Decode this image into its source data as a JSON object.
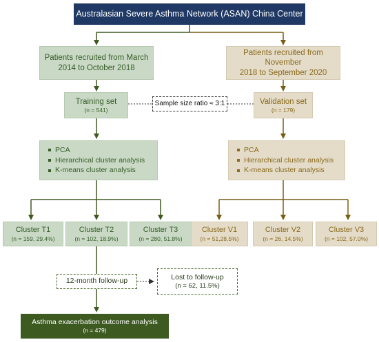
{
  "title": "Australasian Severe Asthma Network (ASAN) China Center",
  "left": {
    "recruit_line1": "Patients recruited from March",
    "recruit_line2": "2014 to October 2018",
    "set_label": "Training set",
    "set_n": "(n = 541)",
    "methods": [
      "PCA",
      "Hierarchical cluster analysis",
      "K-means cluster analysis"
    ],
    "clusters": [
      {
        "name": "Cluster T1",
        "detail": "(n = 159, 29.4%)"
      },
      {
        "name": "Cluster T2",
        "detail": "(n = 102, 18.9%)"
      },
      {
        "name": "Cluster T3",
        "detail": "(n = 280, 51.8%)"
      }
    ]
  },
  "right": {
    "recruit_line1": "Patients recruited from November",
    "recruit_line2": "2018 to September 2020",
    "set_label": "Validation set",
    "set_n": "(n = 179)",
    "methods": [
      "PCA",
      "Hierarchical cluster analysis",
      "K-means cluster analysis"
    ],
    "clusters": [
      {
        "name": "Cluster V1",
        "detail": "(n = 51,28.5%)"
      },
      {
        "name": "Cluster V2",
        "detail": "(n = 26, 14.5%)"
      },
      {
        "name": "Cluster V3",
        "detail": "(n = 102, 57.0%)"
      }
    ]
  },
  "ratio_label": "Sample size ratio ≈ 3:1",
  "followup_label": "12-month follow-up",
  "lost_label": "Lost to follow-up",
  "lost_n": "(n = 62, 11.5%)",
  "outcome_label": "Asthma exacerbation outcome analysis",
  "outcome_n": "(n = 479)",
  "colors": {
    "title_bg": "#1f3864",
    "green_box": "#c9d9c5",
    "green_line": "#3d5a20",
    "yellow_box": "#e4dcc8",
    "yellow_line": "#7a5c12",
    "outcome_bg": "#3d5a20"
  }
}
